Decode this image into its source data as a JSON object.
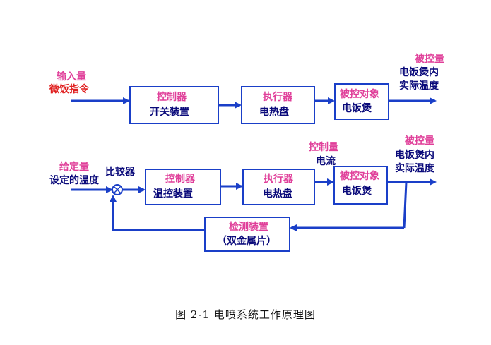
{
  "colors": {
    "line": "#1a3fc8",
    "box_border": "#1a3fc8",
    "title_text": "#e0409a",
    "body_text": "#0a0a7a"
  },
  "open_loop": {
    "input_label": "输入量",
    "input_sub": "微饭指令",
    "controller": {
      "title": "控制器",
      "sub": "开关装置"
    },
    "actuator": {
      "title": "执行器",
      "sub": "电热盘"
    },
    "plant": {
      "title": "被控对象",
      "sub": "电饭煲"
    },
    "output_label": "被控量",
    "output_sub_1": "电饭煲内",
    "output_sub_2": "实际温度"
  },
  "closed_loop": {
    "setpoint_label": "给定量",
    "setpoint_sub": "设定的温度",
    "comparator_label": "比较器",
    "comparator_symbol": "×",
    "controller": {
      "title": "控制器",
      "sub": "温控装置"
    },
    "actuator": {
      "title": "执行器",
      "sub": "电热盘"
    },
    "control_label": "控制量",
    "control_sub": "电流",
    "plant": {
      "title": "被控对象",
      "sub": "电饭煲"
    },
    "output_label": "被控量",
    "output_sub_1": "电饭煲内",
    "output_sub_2": "实际温度",
    "sensor": {
      "title": "检测装置",
      "sub": "（双金属片）"
    }
  },
  "caption": "图 2-1   电喷系统工作原理图"
}
